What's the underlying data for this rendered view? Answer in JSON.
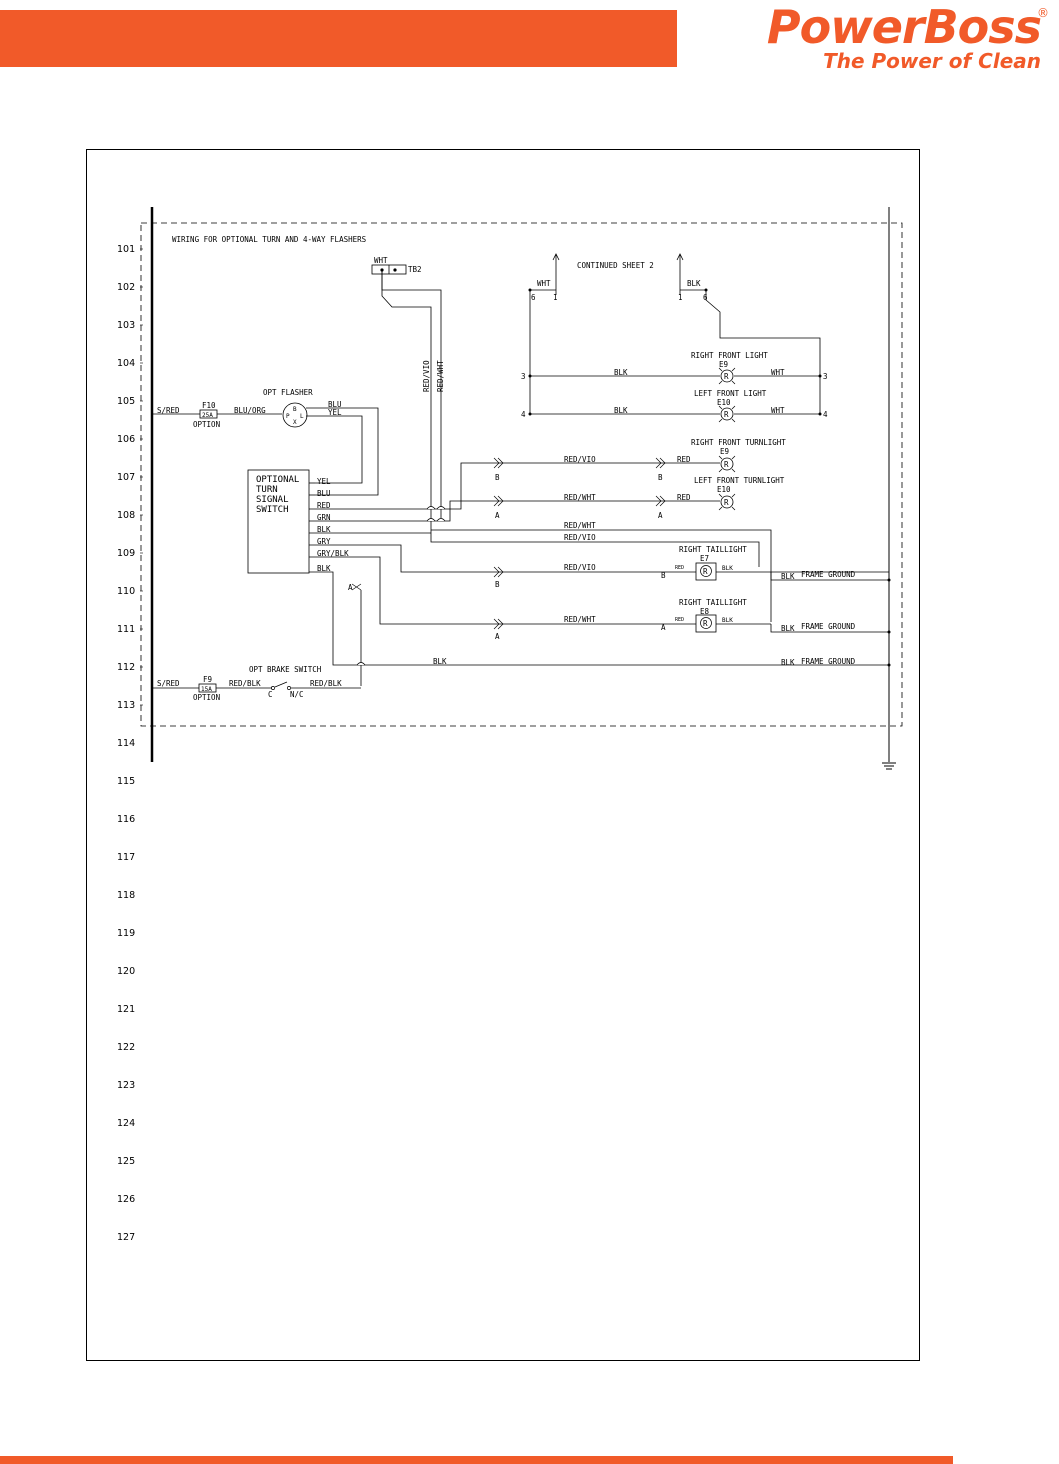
{
  "header": {
    "brand_name": "PowerBoss",
    "brand_registered": "®",
    "brand_tagline": "The Power of Clean",
    "accent_color": "#f15a29"
  },
  "diagram": {
    "title": "WIRING FOR OPTIONAL TURN AND 4-WAY FLASHERS",
    "row_numbers": [
      "101",
      "102",
      "103",
      "104",
      "105",
      "106",
      "107",
      "108",
      "109",
      "110",
      "111",
      "112",
      "113",
      "114",
      "115",
      "116",
      "117",
      "118",
      "119",
      "120",
      "121",
      "122",
      "123",
      "124",
      "125",
      "126",
      "127"
    ],
    "labels": {
      "tb2": "TB2",
      "tb2_wht": "WHT",
      "continued": "CONTINUED SHEET 2",
      "wht": "WHT",
      "blk": "BLK",
      "pin6": "6",
      "pin1": "1",
      "pin3": "3",
      "pin4": "4",
      "red_vio": "RED/VIO",
      "red_wht": "RED/WHT",
      "red": "RED",
      "yel": "YEL",
      "blu": "BLU",
      "grn": "GRN",
      "gry": "GRY",
      "gry_blk": "GRY/BLK",
      "blu_org": "BLU/ORG",
      "red_blk": "RED/BLK",
      "s_red": "S/RED",
      "f10": "F10",
      "f10_rating": "25A",
      "f9": "F9",
      "f9_rating": "15A",
      "option": "OPTION",
      "opt_flasher": "OPT FLASHER",
      "switch_line1": "OPTIONAL",
      "switch_line2": "TURN",
      "switch_line3": "SIGNAL",
      "switch_line4": "SWITCH",
      "opt_brake_switch": "OPT BRAKE SWITCH",
      "brake_c": "C",
      "brake_nc": "N/C",
      "right_front_light": "RIGHT FRONT LIGHT",
      "left_front_light": "LEFT FRONT LIGHT",
      "right_front_turnlight": "RIGHT FRONT TURNLIGHT",
      "left_front_turnlight": "LEFT FRONT TURNLIGHT",
      "right_taillight": "RIGHT TAILLIGHT",
      "e9": "E9",
      "e10": "E10",
      "e7": "E7",
      "e8": "E8",
      "lamp_r": "R",
      "frame_ground": "FRAME GROUND",
      "conn_a": "A",
      "conn_b": "B",
      "flasher_b": "B",
      "flasher_p": "P",
      "flasher_l": "L",
      "flasher_x": "X"
    }
  }
}
